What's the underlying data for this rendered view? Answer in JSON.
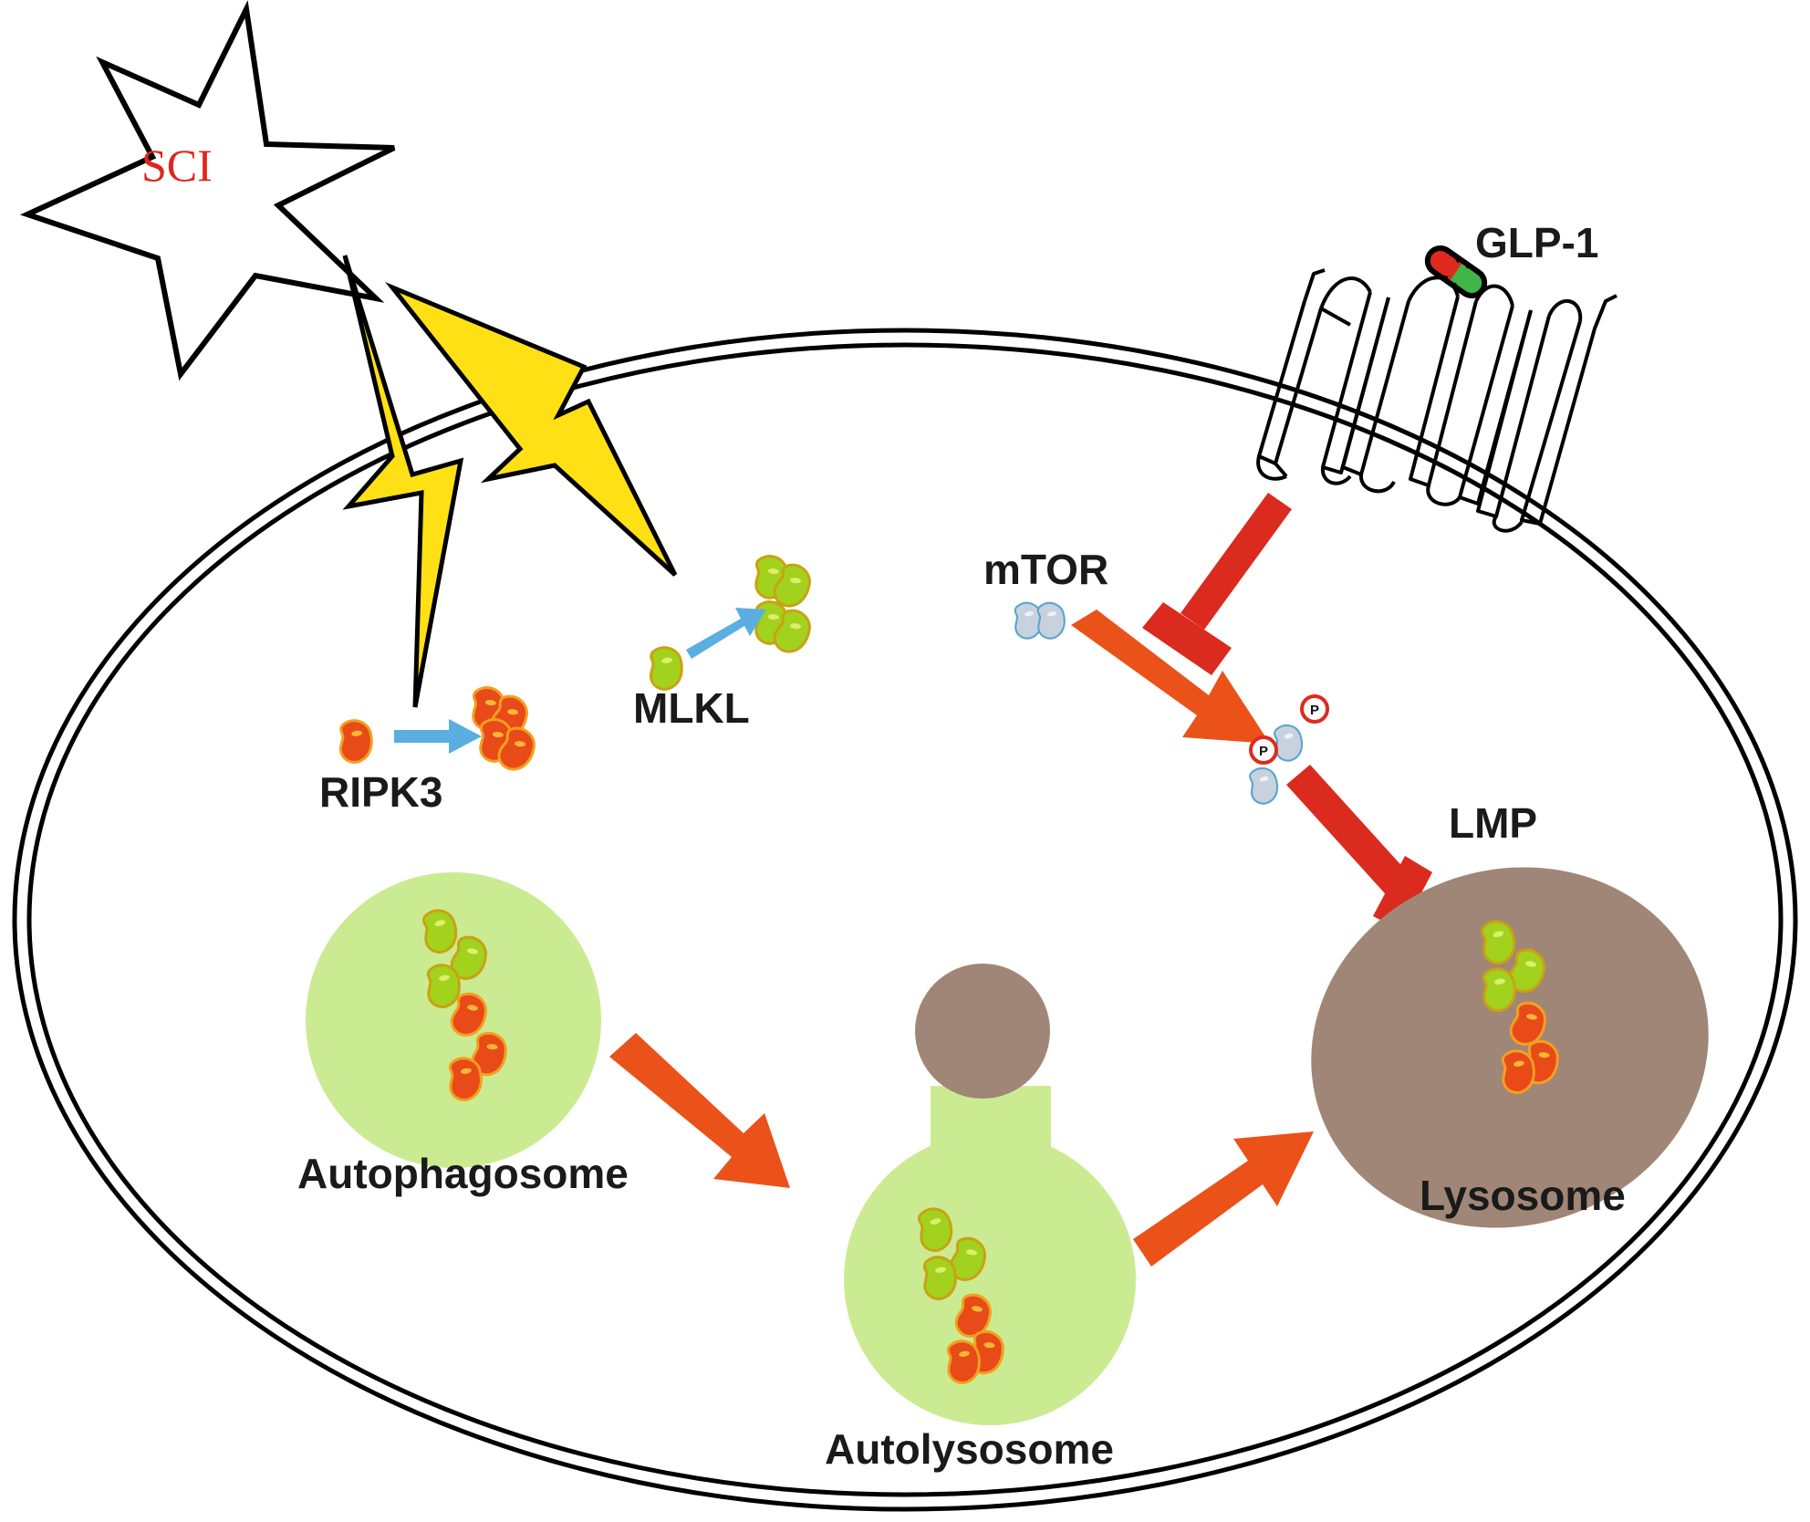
{
  "labels": {
    "sci": "SCI",
    "glp1": "GLP-1",
    "mtor": "mTOR",
    "mlkl": "MLKL",
    "ripk3": "RIPK3",
    "lmp": "LMP",
    "autophagosome": "Autophagosome",
    "autolysosome": "Autolysosome",
    "lysosome": "Lysosome",
    "phospho": "P"
  },
  "colors": {
    "membrane": "#000000",
    "lightning": "#ffe014",
    "inhibition": "#db2a1e",
    "flow_arrow": "#ea5219",
    "translocation_arrow": "#5aaee0",
    "vesicle_green": "#cbeb92",
    "lysosome_brown": "#a08676",
    "ripk3_protein": "#e84a18",
    "mlkl_protein": "#a2d21e",
    "mtor_protein": "#b9c6d6",
    "sci_text": "#e0261c"
  },
  "icons": {
    "injury": "starburst-icon",
    "damage": "lightning-bolt-icon",
    "drug": "capsule-icon",
    "receptor": "gpcr-receptor-icon",
    "protein": "protein-blob-icon"
  }
}
